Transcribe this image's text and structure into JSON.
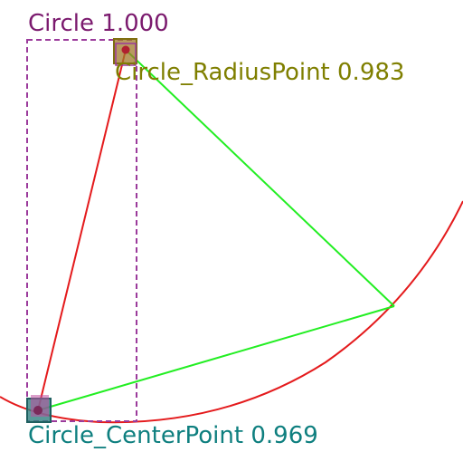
{
  "labels": {
    "circle": "Circle 1.000",
    "radius_point": "Circle_RadiusPoint 0.983",
    "center_point": "Circle_CenterPoint 0.969"
  },
  "colors": {
    "circle_label": "#7b1a6e",
    "radius_label": "#7f7f00",
    "center_label": "#0e7f7f",
    "circle_stroke": "#e41a1c",
    "construction_lines": "#22ee22",
    "bbox": "#9b3b9b",
    "radius_box": "#a0782a",
    "center_box": "#2f8080",
    "point_fill": "#b02030"
  }
}
